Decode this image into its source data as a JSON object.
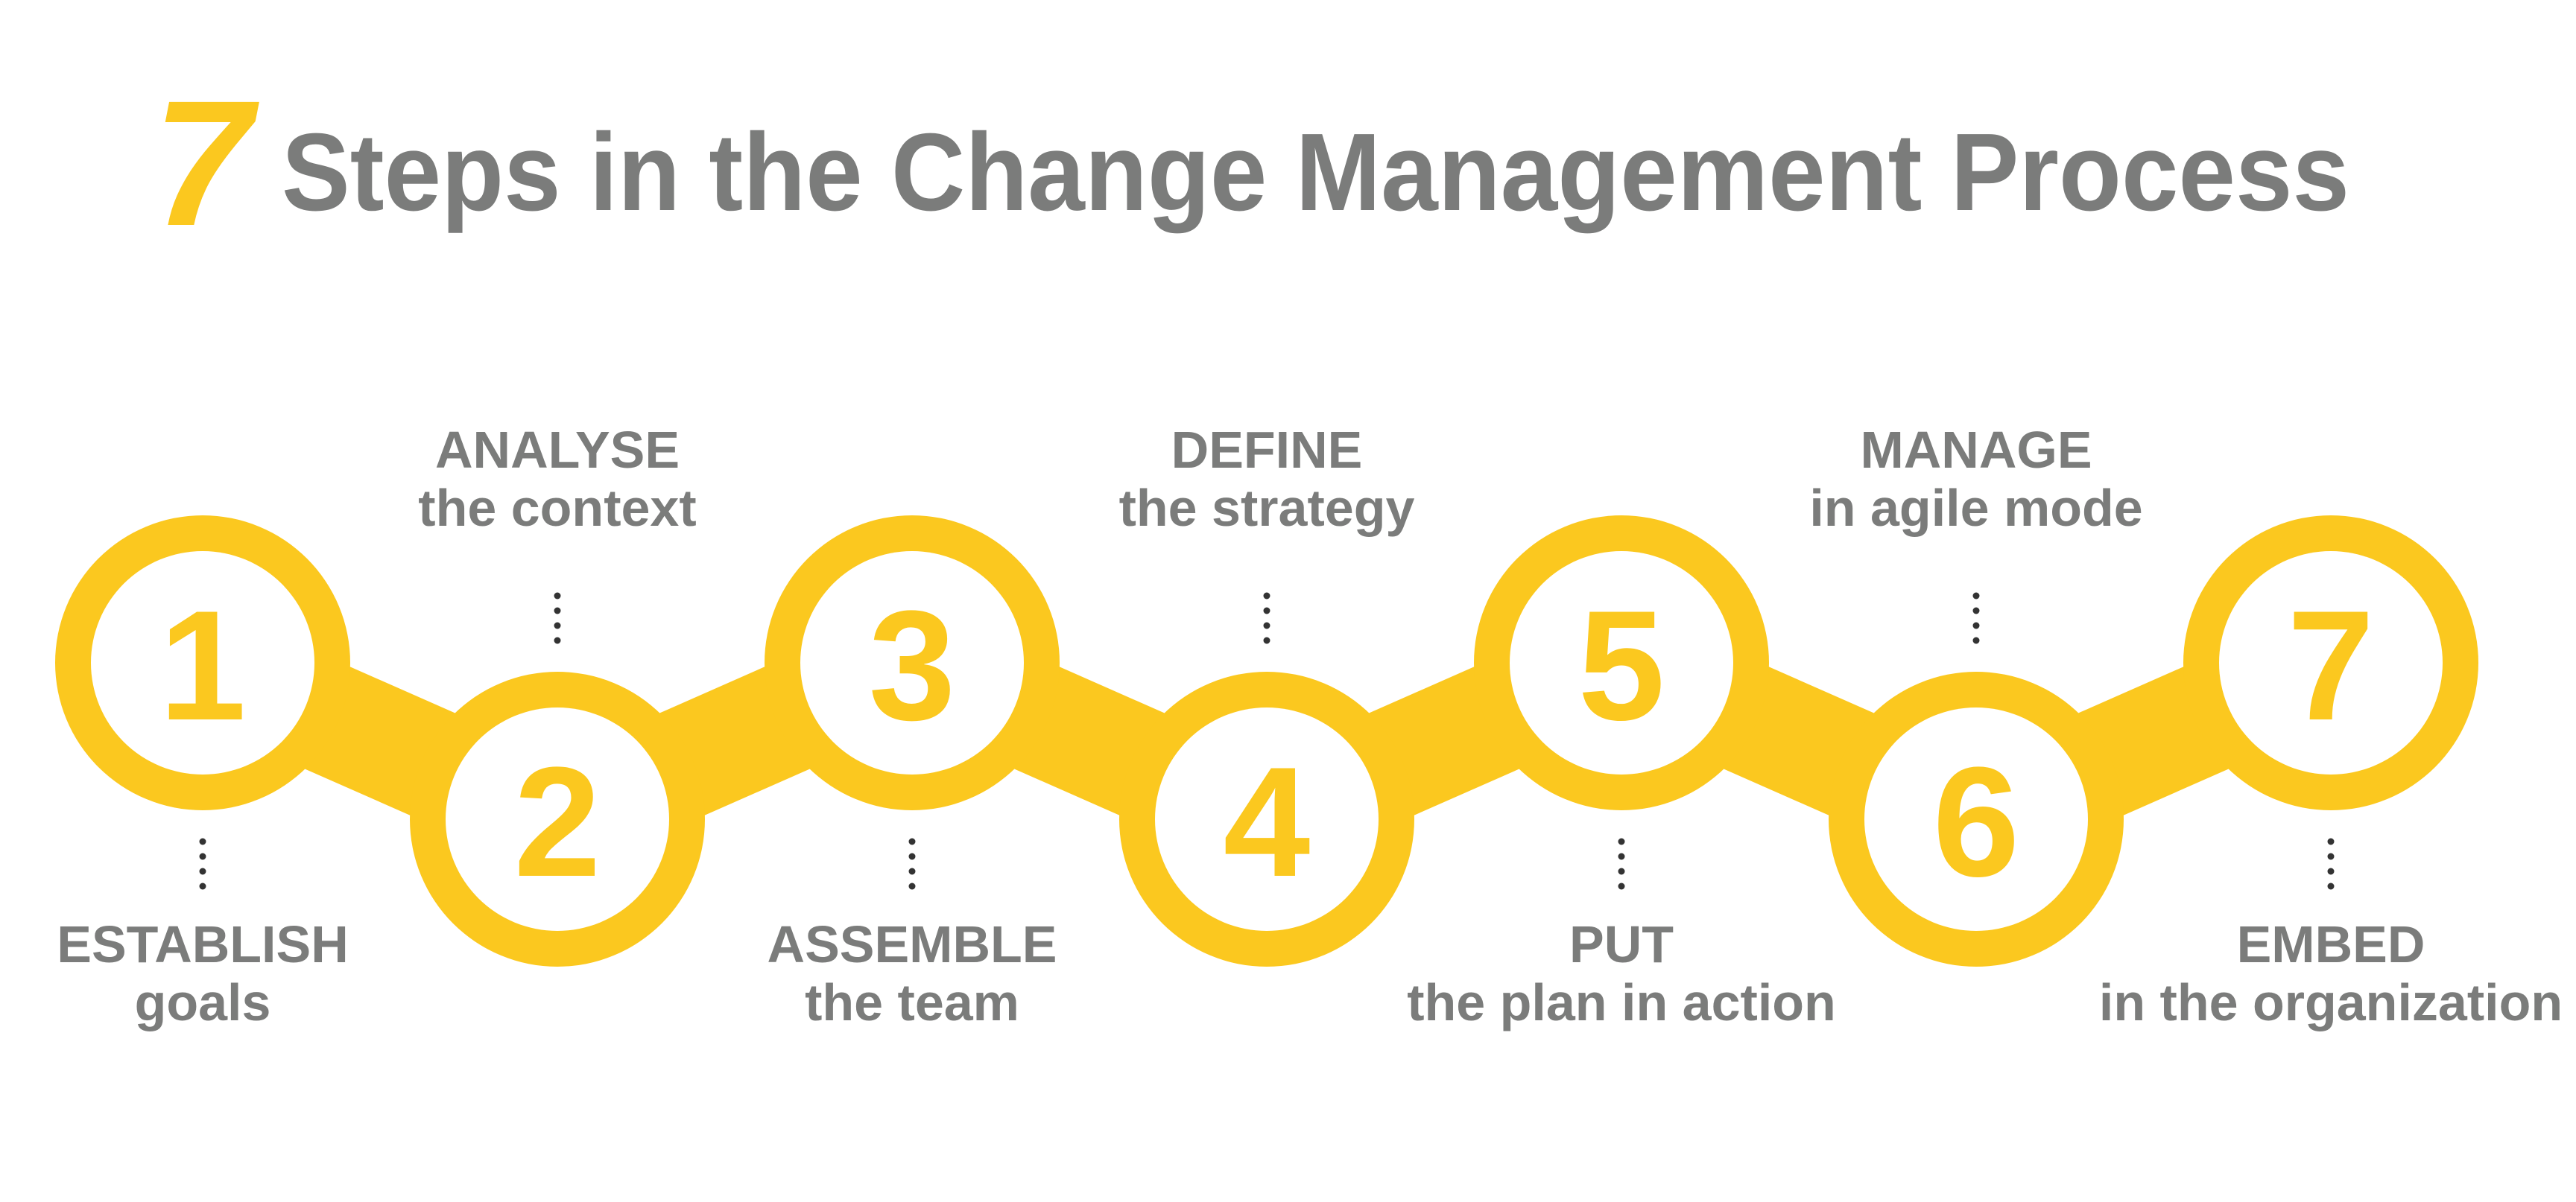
{
  "title": {
    "number": "7",
    "text": "Steps in the Change Management Process"
  },
  "colors": {
    "accent": "#FBC81F",
    "text": "#7B7C7B",
    "dots": "#333333",
    "background": "#FFFFFF"
  },
  "steps": [
    {
      "number": "1",
      "verb": "ESTABLISH",
      "detail": "goals",
      "label_side": "below"
    },
    {
      "number": "2",
      "verb": "ANALYSE",
      "detail": "the context",
      "label_side": "above"
    },
    {
      "number": "3",
      "verb": "ASSEMBLE",
      "detail": "the team",
      "label_side": "below"
    },
    {
      "number": "4",
      "verb": "DEFINE",
      "detail": "the strategy",
      "label_side": "above"
    },
    {
      "number": "5",
      "verb": "PUT",
      "detail": "the plan in action",
      "label_side": "below"
    },
    {
      "number": "6",
      "verb": "MANAGE",
      "detail": "in agile mode",
      "label_side": "above"
    },
    {
      "number": "7",
      "verb": "EMBED",
      "detail": "in the organization",
      "label_side": "below"
    }
  ]
}
